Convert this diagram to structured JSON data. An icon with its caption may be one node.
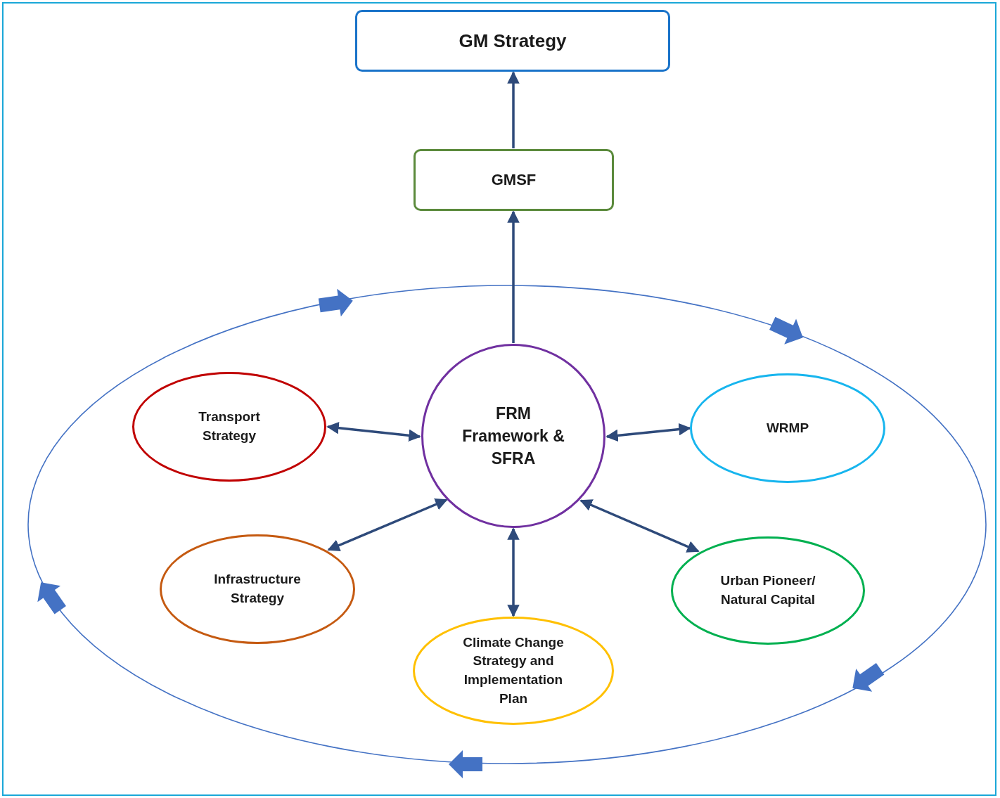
{
  "diagram": {
    "nodes": [
      {
        "text": [
          "GM Strategy"
        ]
      },
      {
        "text": [
          "GMSF"
        ]
      },
      {
        "text": [
          "FRM Framework & SFRA"
        ]
      },
      {
        "text": [
          "Transport Strategy"
        ]
      },
      {
        "text": [
          "WRMP"
        ]
      },
      {
        "text": [
          "Infrastructure Strategy"
        ]
      },
      {
        "text": [
          "Urban Pioneer/ Natural Capital"
        ]
      },
      {
        "text": [
          "Climate Change Strategy and Implementation Plan"
        ]
      }
    ],
    "edges": [
      {
        "from": 1,
        "to": 0,
        "arrow": "to"
      },
      {
        "from": 2,
        "to": 1,
        "arrow": "to"
      },
      {
        "from": 2,
        "to": 3,
        "arrow": "both"
      },
      {
        "from": 2,
        "to": 4,
        "arrow": "both"
      },
      {
        "from": 2,
        "to": 5,
        "arrow": "both"
      },
      {
        "from": 2,
        "to": 6,
        "arrow": "both"
      },
      {
        "from": 2,
        "to": 7,
        "arrow": "both"
      }
    ]
  }
}
